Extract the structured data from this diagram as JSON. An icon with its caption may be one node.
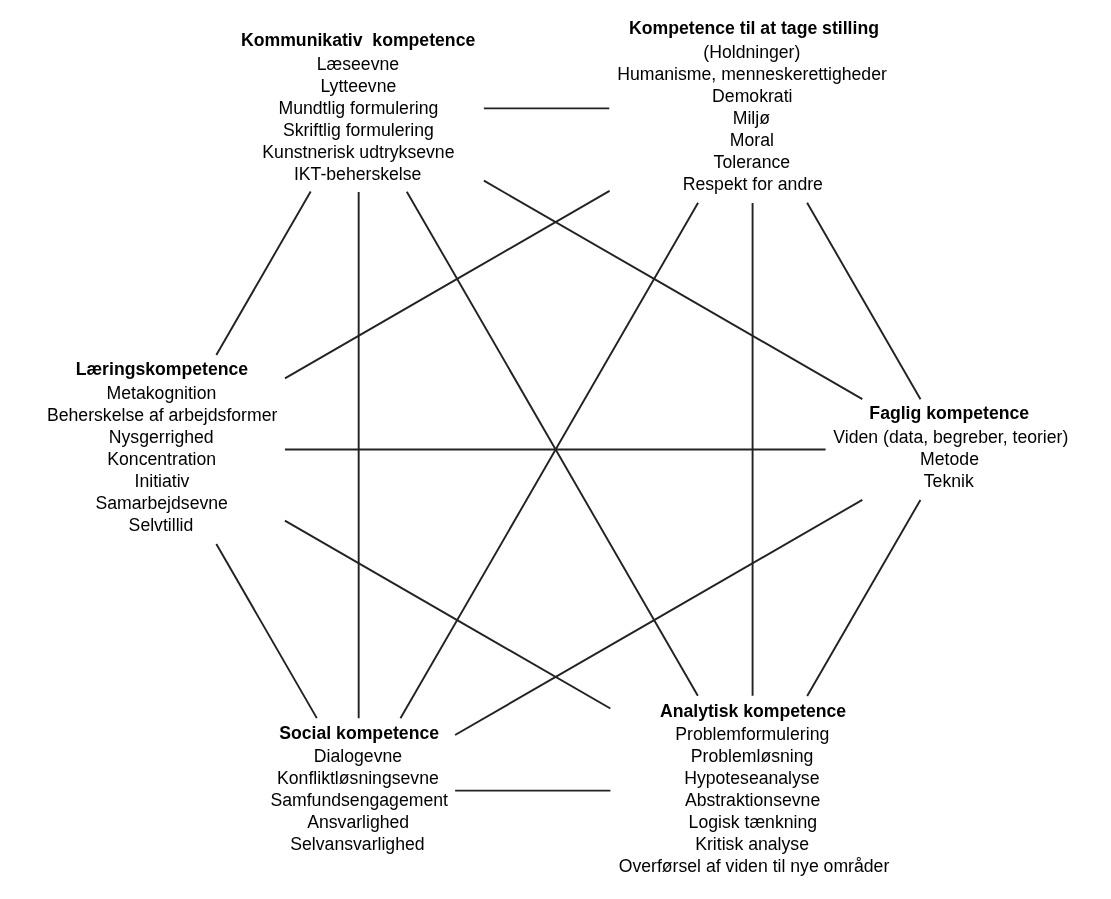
{
  "diagram": {
    "nodes": [
      {
        "text": [
          "Analytisk kompetence",
          "Problemformulering",
          "Problemløsning",
          "Hypoteseanalyse",
          "Abstraktionsevne",
          "Logisk tænkning",
          "Kritisk analyse",
          "Overførsel af viden til nye områder"
        ]
      },
      {
        "text": [
          "Faglig kompetence",
          "Viden (data, begreber, teorier)",
          "Metode",
          "Teknik"
        ]
      },
      {
        "text": [
          "Læringskompetence",
          "Metakognition",
          "Beherskelse af arbejdsformer",
          "Nysgerrighed",
          "Koncentration",
          "Initiativ",
          "Samarbejdsevne",
          "Selvtillid"
        ]
      },
      {
        "text": [
          "Kommunikativ  kompetence",
          "Læseevne",
          "Lytteevne",
          "Mundtlig formulering",
          "Skriftlig formulering",
          "Kunstnerisk udtryksevne",
          "IKT-beherskelse"
        ]
      },
      {
        "text": [
          "Kompetence til at tage stilling",
          "(Holdninger)",
          "Humanisme, menneskerettigheder",
          "Demokrati",
          "Miljø",
          "Moral",
          "Tolerance",
          "Respekt for andre"
        ]
      },
      {
        "text": [
          "Social kompetence",
          "Dialogevne",
          "Konfliktløsningsevne",
          "Samfundsengagement",
          "Ansvarlighed",
          "Selvansvarlighed"
        ]
      }
    ],
    "edges": [
      {
        "from": 0,
        "to": 1,
        "arrow": "none"
      },
      {
        "from": 1,
        "to": 3,
        "arrow": "none"
      },
      {
        "from": 3,
        "to": 5,
        "arrow": "none"
      },
      {
        "from": 5,
        "to": 4,
        "arrow": "none"
      },
      {
        "from": 4,
        "to": 2,
        "arrow": "none"
      },
      {
        "from": 2,
        "to": 0,
        "arrow": "none"
      },
      {
        "from": 0,
        "to": 5,
        "arrow": "none"
      },
      {
        "from": 1,
        "to": 4,
        "arrow": "none"
      },
      {
        "from": 2,
        "to": 3,
        "arrow": "none"
      },
      {
        "from": 0,
        "to": 3,
        "arrow": "none"
      },
      {
        "from": 0,
        "to": 4,
        "arrow": "none"
      },
      {
        "from": 1,
        "to": 2,
        "arrow": "none"
      },
      {
        "from": 1,
        "to": 5,
        "arrow": "none"
      },
      {
        "from": 2,
        "to": 5,
        "arrow": "none"
      },
      {
        "from": 3,
        "to": 4,
        "arrow": "none"
      }
    ]
  }
}
